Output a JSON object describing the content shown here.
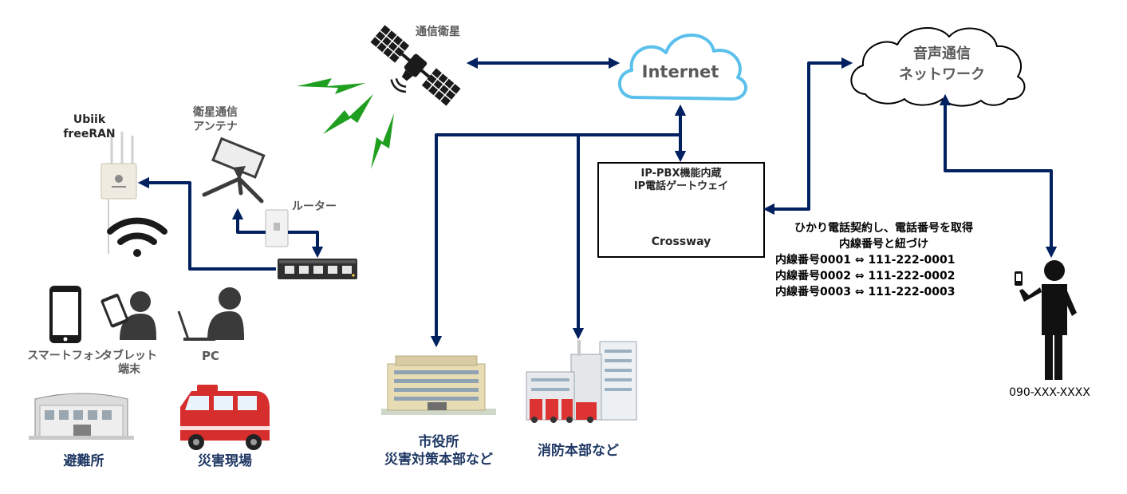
{
  "satellite_label": "通信衛星",
  "internet_label": "Internet",
  "voice_network_label": [
    "音声通信",
    "ネットワーク"
  ],
  "freeran_label": [
    "Ubiik",
    "freeRAN"
  ],
  "antenna_label": [
    "衛星通信",
    "アンテナ"
  ],
  "router_label": "ルーター",
  "pbx_box": {
    "title": [
      "IP-PBX機能内蔵",
      "IP電話ゲートウェイ"
    ],
    "device_label": "Crossway"
  },
  "contract_note": {
    "lines": [
      "ひかり電話契約し、電話番号を取得",
      "内線番号と紐づけ"
    ],
    "mappings": [
      "内線番号0001 ⇔ 111-222-0001",
      "内線番号0002 ⇔ 111-222-0002",
      "内線番号0003 ⇔ 111-222-0003"
    ]
  },
  "phone_number": "090-XXX-XXXX",
  "devices": {
    "smartphone": "スマートフォン",
    "tablet": [
      "タブレット",
      "端末"
    ],
    "pc": "PC"
  },
  "sites": {
    "shelter": "避難所",
    "disaster_site": "災害現場",
    "city_hall": [
      "市役所",
      "災害対策本部など"
    ],
    "fire_dept": "消防本部など"
  },
  "colors": {
    "connector": "#002060",
    "signal": "#1f9e1f",
    "cloud_internet": "#5bc0eb"
  }
}
